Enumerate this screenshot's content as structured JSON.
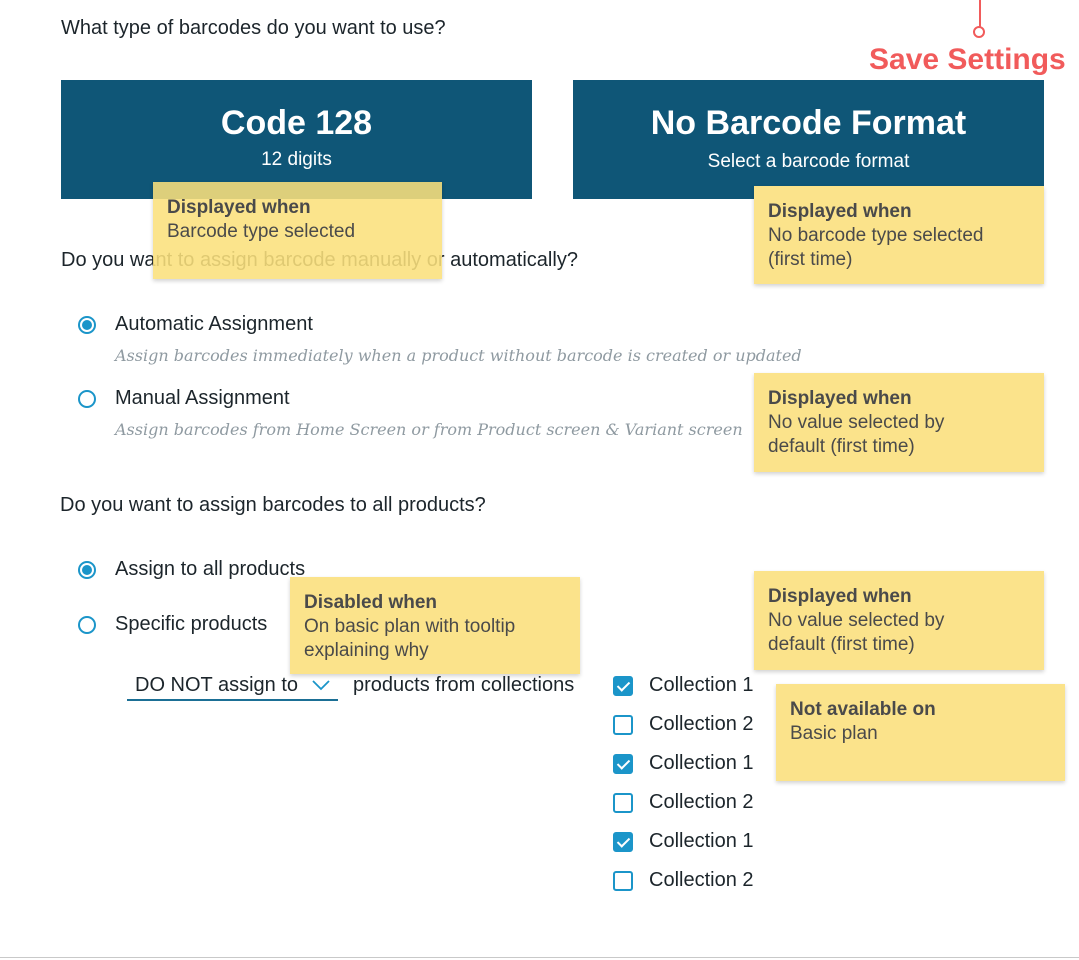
{
  "questions": {
    "barcode_type": "What type of barcodes do you want to use?",
    "assign_mode": "Do you want to assign barcode manually or automatically?",
    "assign_scope": "Do you want to assign barcodes to all products?"
  },
  "save_settings": "Save Settings",
  "cards": [
    {
      "title": "Code 128",
      "subtitle": "12 digits"
    },
    {
      "title": "No Barcode Format",
      "subtitle": "Select a barcode format"
    }
  ],
  "assign_mode_options": [
    {
      "label": "Automatic Assignment",
      "hint": "Assign barcodes immediately when a product without barcode is created or updated",
      "selected": true
    },
    {
      "label": "Manual Assignment",
      "hint": "Assign barcodes from Home Screen or from Product screen & Variant screen",
      "selected": false
    }
  ],
  "assign_scope_options": [
    {
      "label": "Assign to all products",
      "selected": true
    },
    {
      "label": "Specific products",
      "selected": false
    }
  ],
  "collection_rule": {
    "select_value": "DO NOT assign to",
    "suffix": "products from collections"
  },
  "collections": [
    {
      "label": "Collection 1",
      "checked": true
    },
    {
      "label": "Collection 2",
      "checked": false
    },
    {
      "label": "Collection 1",
      "checked": true
    },
    {
      "label": "Collection 2",
      "checked": false
    },
    {
      "label": "Collection 1",
      "checked": true
    },
    {
      "label": "Collection 2",
      "checked": false
    }
  ],
  "notes": {
    "type_selected": {
      "title": "Displayed when",
      "body": "Barcode type selected"
    },
    "no_type": {
      "title": "Displayed when",
      "body1": "No barcode type selected",
      "body2": "(first time)"
    },
    "mode_default": {
      "title": "Displayed when",
      "body1": "No value selected by",
      "body2": "default (first time)"
    },
    "disabled": {
      "title": "Disabled when",
      "body1": "On basic plan with tooltip",
      "body2": "explaining why"
    },
    "scope_default": {
      "title": "Displayed when",
      "body1": "No value selected by",
      "body2": "default (first time)"
    },
    "not_available": {
      "title": "Not available on",
      "body": "Basic plan"
    }
  },
  "colors": {
    "card_bg": "#0f5677",
    "accent": "#1b95c9",
    "sticky_note": "#fbe38b",
    "save_annotation": "#f15b5b"
  }
}
